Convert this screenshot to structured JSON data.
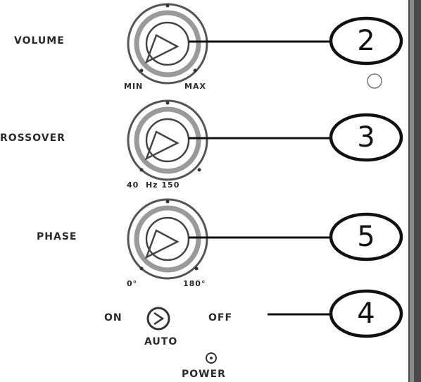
{
  "knobs": [
    {
      "label": "VOLUME",
      "min_label": "MIN",
      "max_label": "MAX",
      "callout": "2"
    },
    {
      "label": "ROSSOVER",
      "scale_label": "40  Hz 150",
      "callout": "3"
    },
    {
      "label": "PHASE",
      "min_label": "0°",
      "max_label": "180°",
      "callout": "5"
    }
  ],
  "power_switch": {
    "on_label": "ON",
    "off_label": "OFF",
    "auto_label": "AUTO",
    "callout": "4"
  },
  "power_led": {
    "label": "POWER"
  }
}
